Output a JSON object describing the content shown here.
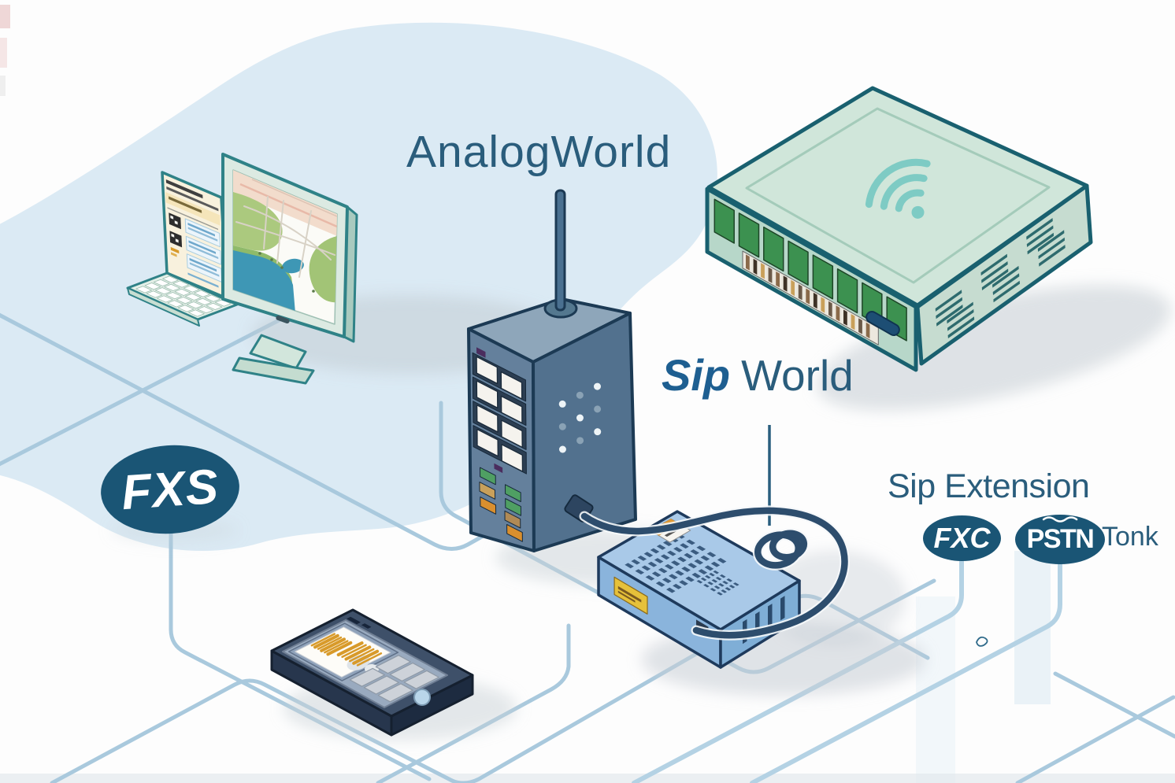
{
  "labels": {
    "analog_world": "AnalogWorld",
    "sip": "Sip",
    "world": "World",
    "sip_extension": "Sip Extension",
    "tonk": "Tonk"
  },
  "badges": {
    "fxs": "FXS",
    "fxc": "FXC",
    "pstn": "PSTN"
  },
  "icons": {
    "wifi": "wifi-icon",
    "antenna": "antenna-icon",
    "squiggle": "squiggle-underline-icon"
  },
  "colors": {
    "background": "#fdfdfd",
    "blob": "#dbeaf4",
    "trace_line": "#a9c9dd",
    "label_text": "#2a5d7c",
    "sip_bold_text": "#1e5f91",
    "badge_fill": "#1a5575",
    "badge_text": "#ffffff",
    "router_top": "#d0e6da",
    "router_outline": "#19606f",
    "router_port_green": "#3c9150",
    "wifi_icon": "#7ecbc4",
    "tower_left_face": "#64809c",
    "tower_right_face": "#52718e",
    "tower_outline": "#1c3a54",
    "ata_top": "#a9c9e8",
    "cable": "#2d4d6d",
    "phone_body": "#3e5069",
    "barcode_orange": "#d89a2a",
    "label_sticker_yellow": "#e6c13a",
    "map_green": "#abc97e",
    "map_water": "#3e97b5",
    "map_sky": "#f2dccc",
    "shadow": "#c9d1d7"
  }
}
